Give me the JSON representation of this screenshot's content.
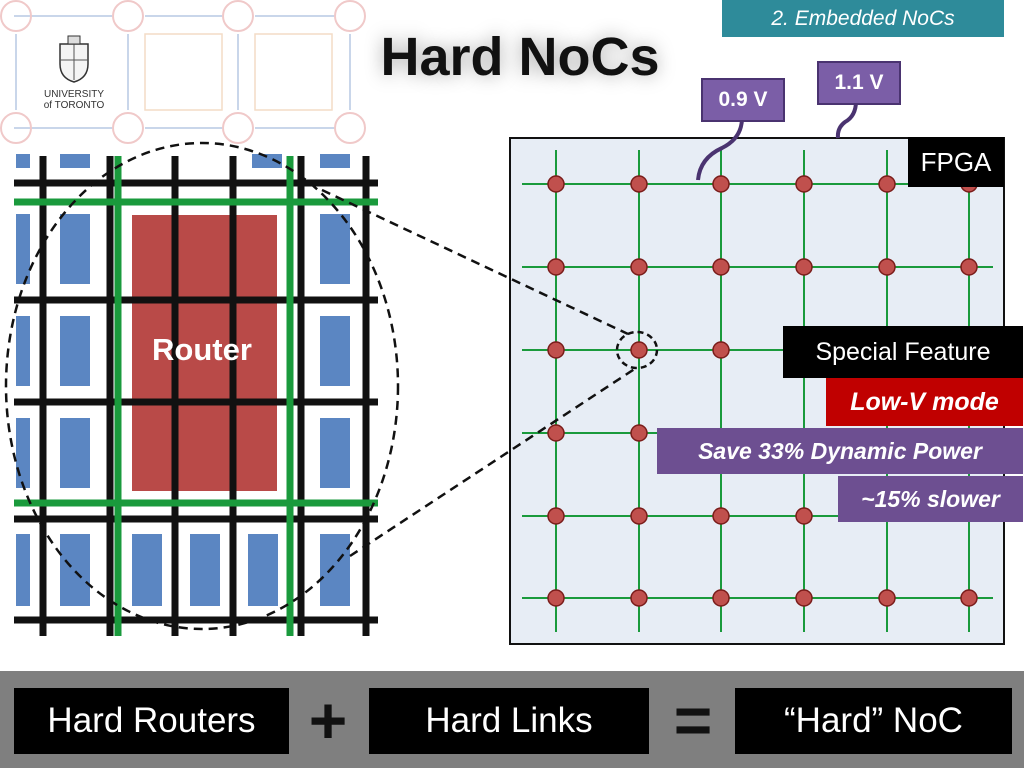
{
  "section_tag": "2. Embedded NoCs",
  "title": "Hard NoCs",
  "logo": {
    "line1": "UNIVERSITY",
    "line2": "of TORONTO"
  },
  "voltages": {
    "low": "0.9 V",
    "high": "1.1 V"
  },
  "fpga_label": "FPGA",
  "router_label": "Router",
  "features": {
    "special": "Special Feature",
    "low_v": "Low-V mode",
    "save": "Save  33% Dynamic Power",
    "slower": "~15% slower"
  },
  "equation": {
    "term1": "Hard Routers",
    "op1": "+",
    "term2": "Hard Links",
    "op2": "=",
    "result": "“Hard” NoC"
  },
  "colors": {
    "router_fill": "#b94a48",
    "block_fill": "#5b86c2",
    "link_green": "#1a9a3c",
    "node_red": "#c0504d",
    "tag_teal": "#2e8b9a",
    "voltage_purple": "#7b5ea7",
    "lowv_red": "#c00000"
  }
}
